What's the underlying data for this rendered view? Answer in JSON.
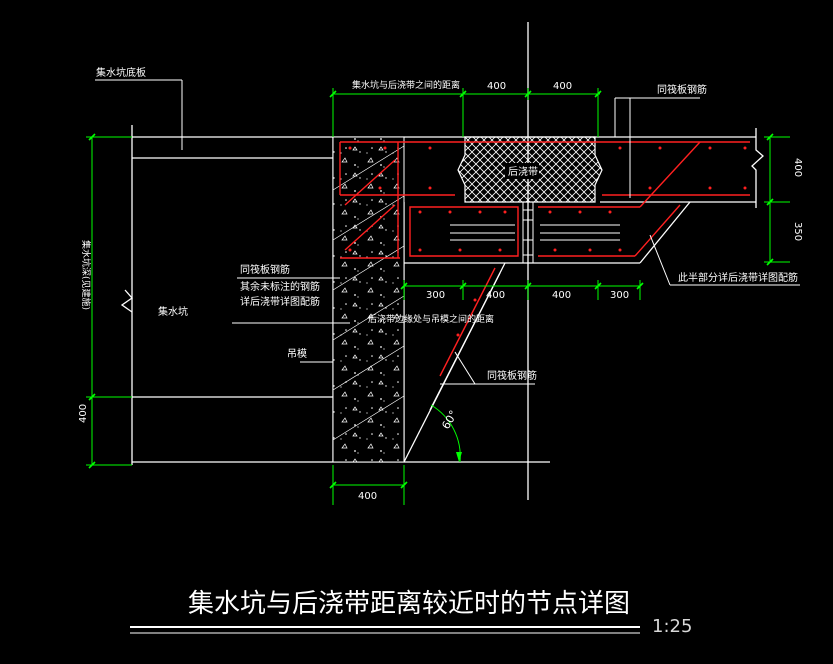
{
  "drawing": {
    "title": "集水坑与后浇带距离较近时的节点详图",
    "scale": "1:25"
  },
  "labels": {
    "pit_floor_slab": "集水坑底板",
    "distance_pit_to_pour_strip": "集水坑与后浇带之间的距离",
    "same_slab_rebar_top": "同筏板钢筋",
    "post_pour_strip": "后浇带",
    "pit_depth_per_design": "集水坑深(见建施)",
    "pit": "集水坑",
    "same_slab_rebar_left": "同筏板钢筋",
    "unmarked_rebar_line1": "其余未标注的钢筋",
    "unmarked_rebar_line2": "详后浇带详图配筋",
    "distance_strip_edge_to_wall": "后浇带边缘处与吊模之间的距离",
    "hanging_formwork": "吊模",
    "same_slab_rebar_slope": "同筏板钢筋",
    "half_section_note": "此半部分详后浇带详图配筋",
    "angle": "60°"
  },
  "dimensions": {
    "top_400_a": "400",
    "top_400_b": "400",
    "right_400": "400",
    "right_350": "350",
    "mid_300_a": "300",
    "mid_400_a": "400",
    "mid_400_b": "400",
    "mid_300_b": "300",
    "left_400": "400",
    "bottom_400": "400"
  },
  "colors": {
    "background": "#000000",
    "line": "#ffffff",
    "dimension": "#00ff00",
    "rebar": "#ff2020",
    "hatch": "#ffffff"
  }
}
